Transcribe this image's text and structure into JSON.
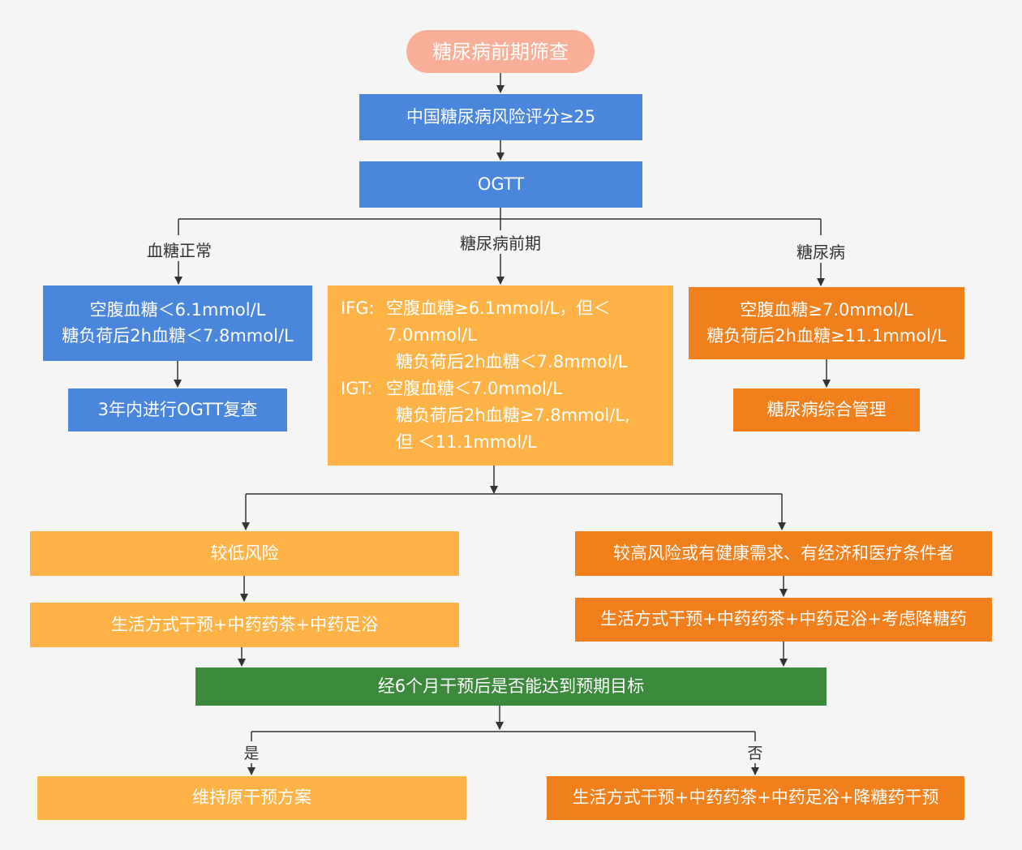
{
  "title": "糖尿病前期筛查",
  "risk_score": "中国糖尿病风险评分≥25",
  "ogtt": "OGTT",
  "branch_labels": {
    "normal": "血糖正常",
    "prediabetes": "糖尿病前期",
    "diabetes": "糖尿病"
  },
  "normal_box": {
    "line1": "空腹血糖＜6.1mmol/L",
    "line2": "糖负荷后2h血糖＜7.8mmol/L"
  },
  "normal_followup": "3年内进行OGTT复查",
  "prediabetes_box": {
    "ifg_tag": "IFG:",
    "ifg_line1": "空腹血糖≥6.1mmol/L，但＜",
    "ifg_line2": "7.0mmol/L",
    "ifg_line3": "糖负荷后2h血糖＜7.8mmol/L",
    "igt_tag": "IGT:",
    "igt_line1": "空腹血糖＜7.0mmol/L",
    "igt_line2": "糖负荷后2h血糖≥7.8mmol/L,",
    "igt_line3": "但 ＜11.1mmol/L"
  },
  "diabetes_box": {
    "line1": "空腹血糖≥7.0mmol/L",
    "line2": "糖负荷后2h血糖≥11.1mmol/L"
  },
  "diabetes_mgmt": "糖尿病综合管理",
  "low_risk": "较低风险",
  "low_risk_plan": "生活方式干预+中药药茶+中药足浴",
  "high_risk": "较高风险或有健康需求、有经济和医疗条件者",
  "high_risk_plan": "生活方式干预+中药药茶+中药足浴+考虑降糖药",
  "evaluation": "经6个月干预后是否能达到预期目标",
  "outcome_labels": {
    "yes": "是",
    "no": "否"
  },
  "keep_plan": "维持原干预方案",
  "escalate_plan": "生活方式干预+中药药茶+中药足浴+降糖药干预",
  "colors": {
    "blue": "#4a86dc",
    "orange": "#f07f1c",
    "yellow": "#ffb347",
    "green": "#3b8a3b",
    "pink": "#f9ae98",
    "line": "#333333"
  }
}
